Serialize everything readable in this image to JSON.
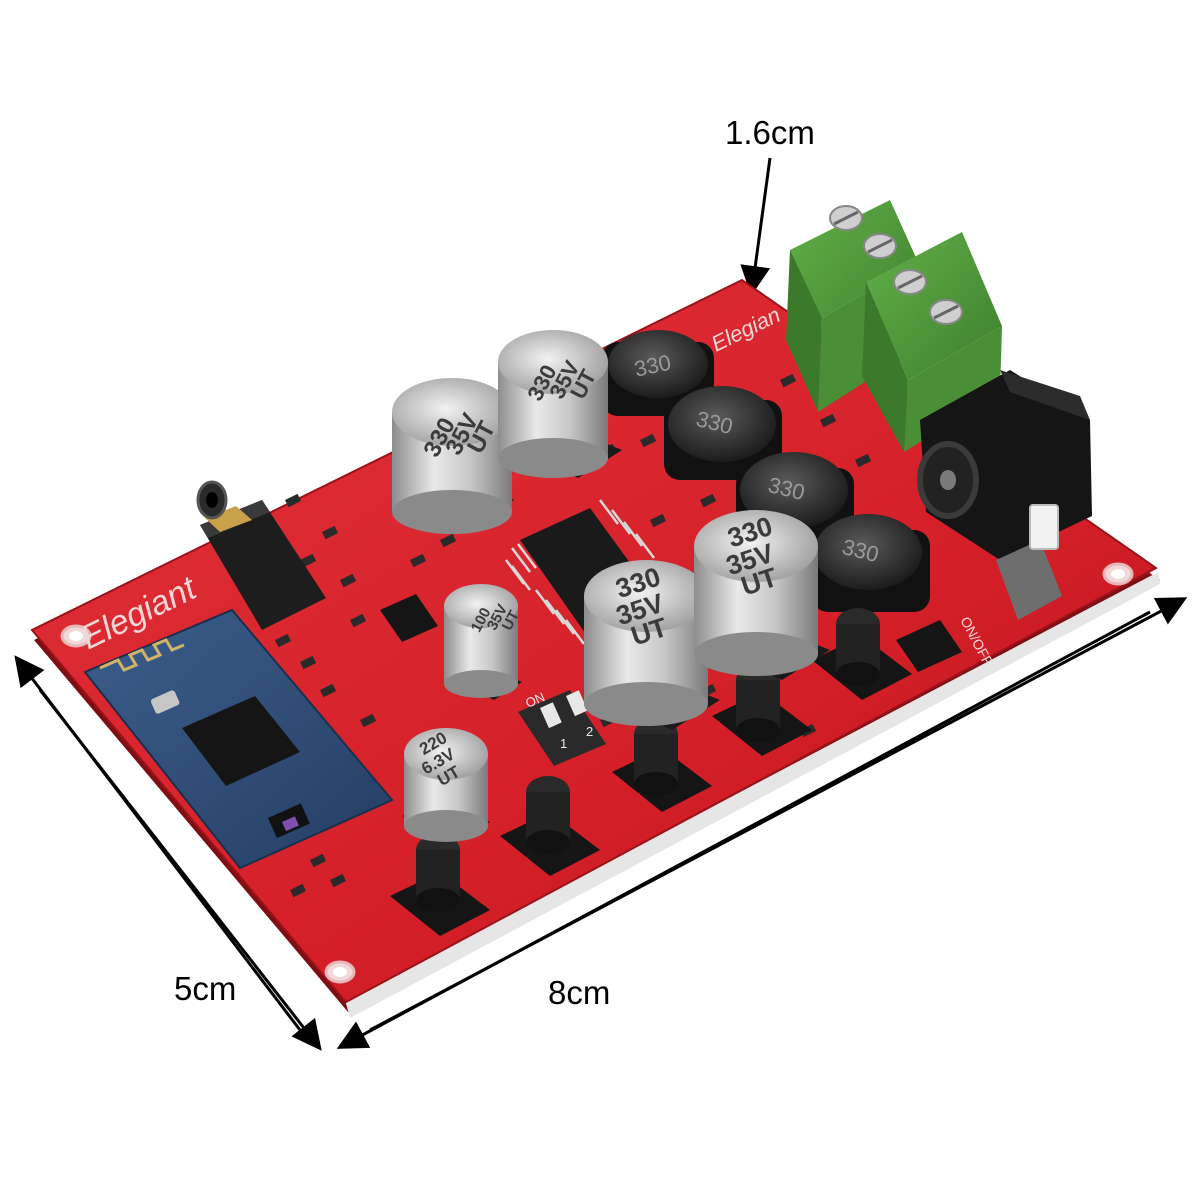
{
  "dimensions": {
    "height_label": "1.6cm",
    "width_label": "5cm",
    "length_label": "8cm"
  },
  "board": {
    "brand_text": "Elegiant",
    "brand_text_partial": "Elegian",
    "onoff_label": "ON/OFF",
    "dip_on_label": "ON",
    "dip_1_label": "1",
    "dip_2_label": "2"
  },
  "components": {
    "inductor_marking": "330",
    "cap_large_value": "330",
    "cap_large_voltage": "35V",
    "cap_small_value": "100",
    "cap_small_voltage": "35V",
    "cap_filter_value": "220",
    "cap_filter_voltage": "6.3V",
    "cap_brand": "UT"
  },
  "colors": {
    "pcb_red": "#d8212a",
    "pcb_edge": "#8e1017",
    "terminal_green": "#4e9a3a",
    "bluetooth_blue": "#2f4f7a",
    "capacitor_silver": "#bfbfbf"
  }
}
